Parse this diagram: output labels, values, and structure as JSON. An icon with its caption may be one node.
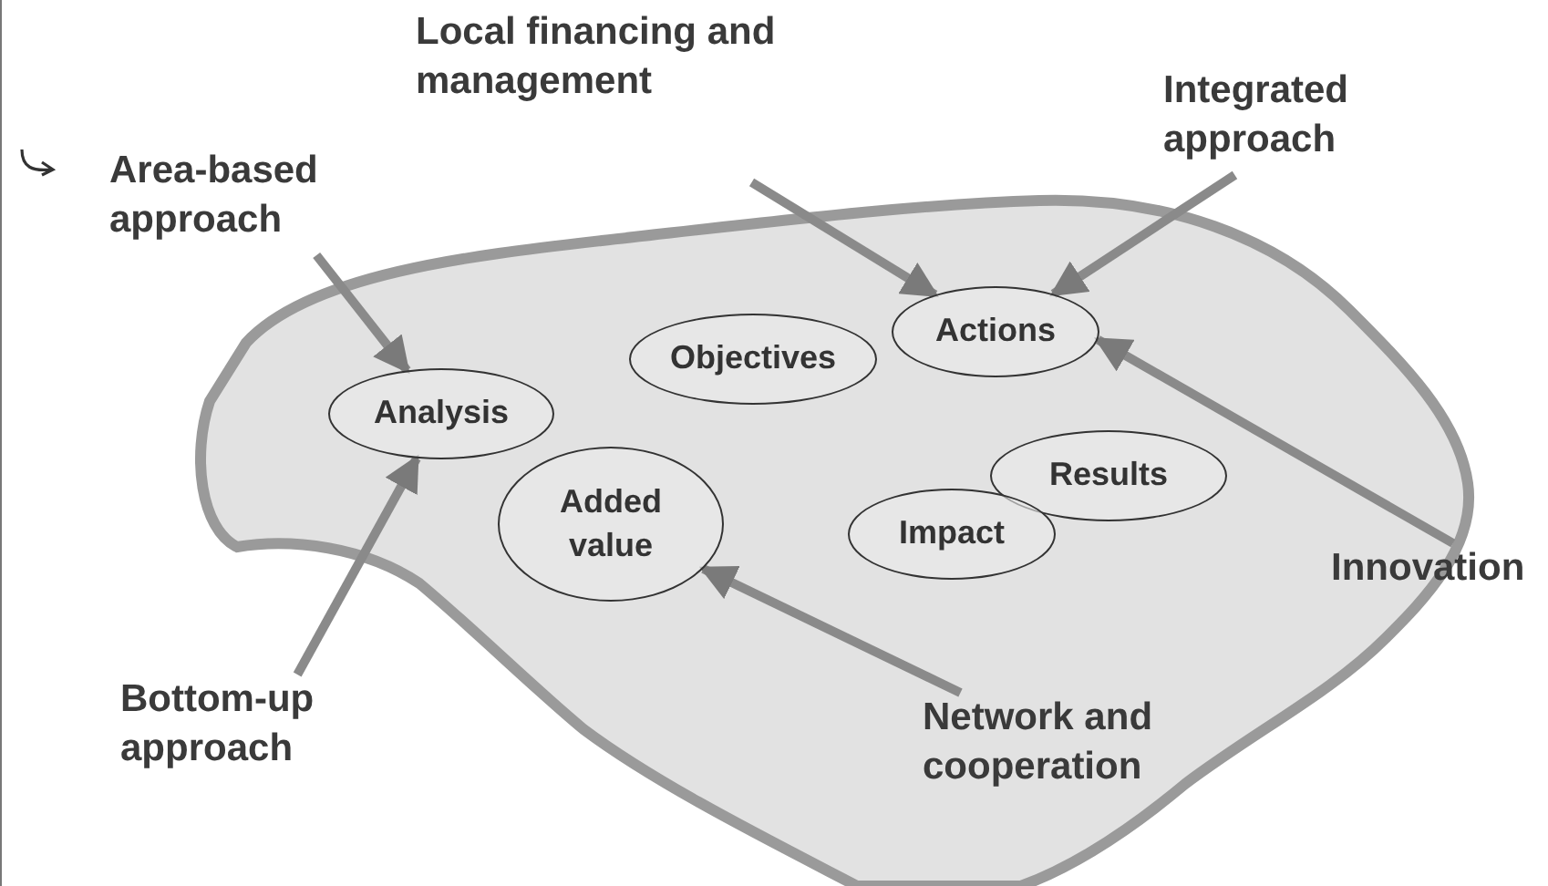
{
  "diagram": {
    "nodes": [
      {
        "text": [
          "Local financing and management"
        ]
      },
      {
        "text": [
          "Integrated approach"
        ]
      },
      {
        "text": [
          "Area-based approach"
        ]
      },
      {
        "text": [
          "Objectives"
        ]
      },
      {
        "text": [
          "Actions"
        ]
      },
      {
        "text": [
          "Analysis"
        ]
      },
      {
        "text": [
          "Results"
        ]
      },
      {
        "text": [
          "Innovation"
        ]
      },
      {
        "text": [
          "Added value"
        ]
      },
      {
        "text": [
          "Impact"
        ]
      },
      {
        "text": [
          "Bottom-up approach"
        ]
      },
      {
        "text": [
          "Network and cooperation"
        ]
      }
    ],
    "edges": [
      {
        "from": 0,
        "to": 4,
        "arrow": "to"
      },
      {
        "from": 1,
        "to": 4,
        "arrow": "to"
      },
      {
        "from": 2,
        "to": 5,
        "arrow": "to"
      },
      {
        "from": 7,
        "to": 4,
        "arrow": "to"
      },
      {
        "from": 10,
        "to": 5,
        "arrow": "to"
      },
      {
        "from": 11,
        "to": 8,
        "arrow": "to"
      }
    ]
  }
}
